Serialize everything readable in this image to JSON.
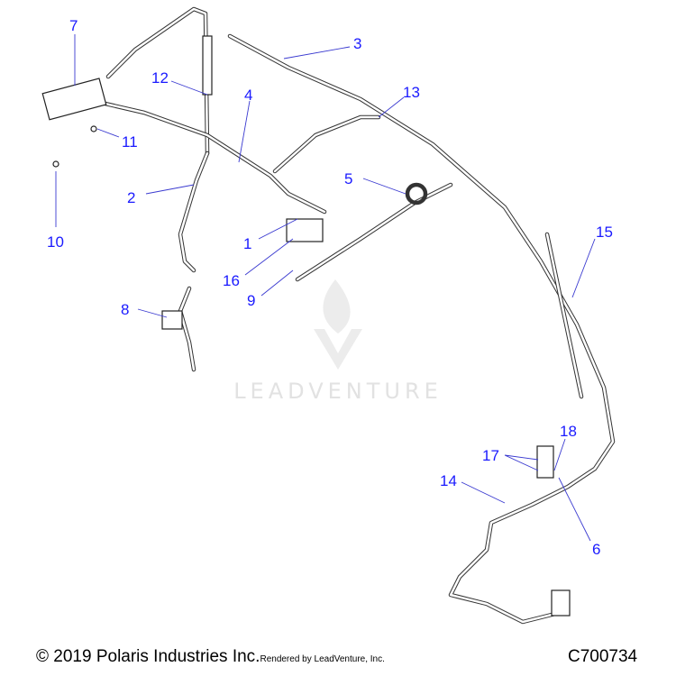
{
  "diagram": {
    "callouts": [
      {
        "id": "7",
        "label": "7"
      },
      {
        "id": "12",
        "label": "12"
      },
      {
        "id": "3",
        "label": "3"
      },
      {
        "id": "4",
        "label": "4"
      },
      {
        "id": "13",
        "label": "13"
      },
      {
        "id": "11",
        "label": "11"
      },
      {
        "id": "2",
        "label": "2"
      },
      {
        "id": "10",
        "label": "10"
      },
      {
        "id": "5",
        "label": "5"
      },
      {
        "id": "1",
        "label": "1"
      },
      {
        "id": "16",
        "label": "16"
      },
      {
        "id": "9",
        "label": "9"
      },
      {
        "id": "15",
        "label": "15"
      },
      {
        "id": "8",
        "label": "8"
      },
      {
        "id": "18",
        "label": "18"
      },
      {
        "id": "17",
        "label": "17"
      },
      {
        "id": "14",
        "label": "14"
      },
      {
        "id": "6",
        "label": "6"
      }
    ],
    "callout_color": "#1a1aff",
    "watermark": "LEADVENTURE"
  },
  "footer": {
    "copyright": "© 2019 Polaris Industries Inc.",
    "rendered_by": "Rendered by LeadVenture, Inc.",
    "diagram_code": "C700734"
  }
}
